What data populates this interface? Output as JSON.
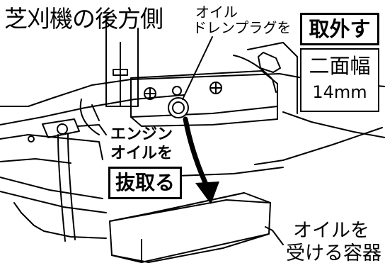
{
  "title": "芝刈機の後方側",
  "drain_plug_label": [
    "オイル",
    "ドレンプラグを"
  ],
  "remove_label": "取外す",
  "wrench_label": [
    "二面幅",
    "14mm"
  ],
  "engine_oil_label": [
    "エンジン",
    "オイルを"
  ],
  "drain_action_label": "抜取る",
  "container_label": [
    "オイルを",
    "受ける容器"
  ],
  "colors": {
    "ink": "#000000",
    "background": "#ffffff"
  }
}
